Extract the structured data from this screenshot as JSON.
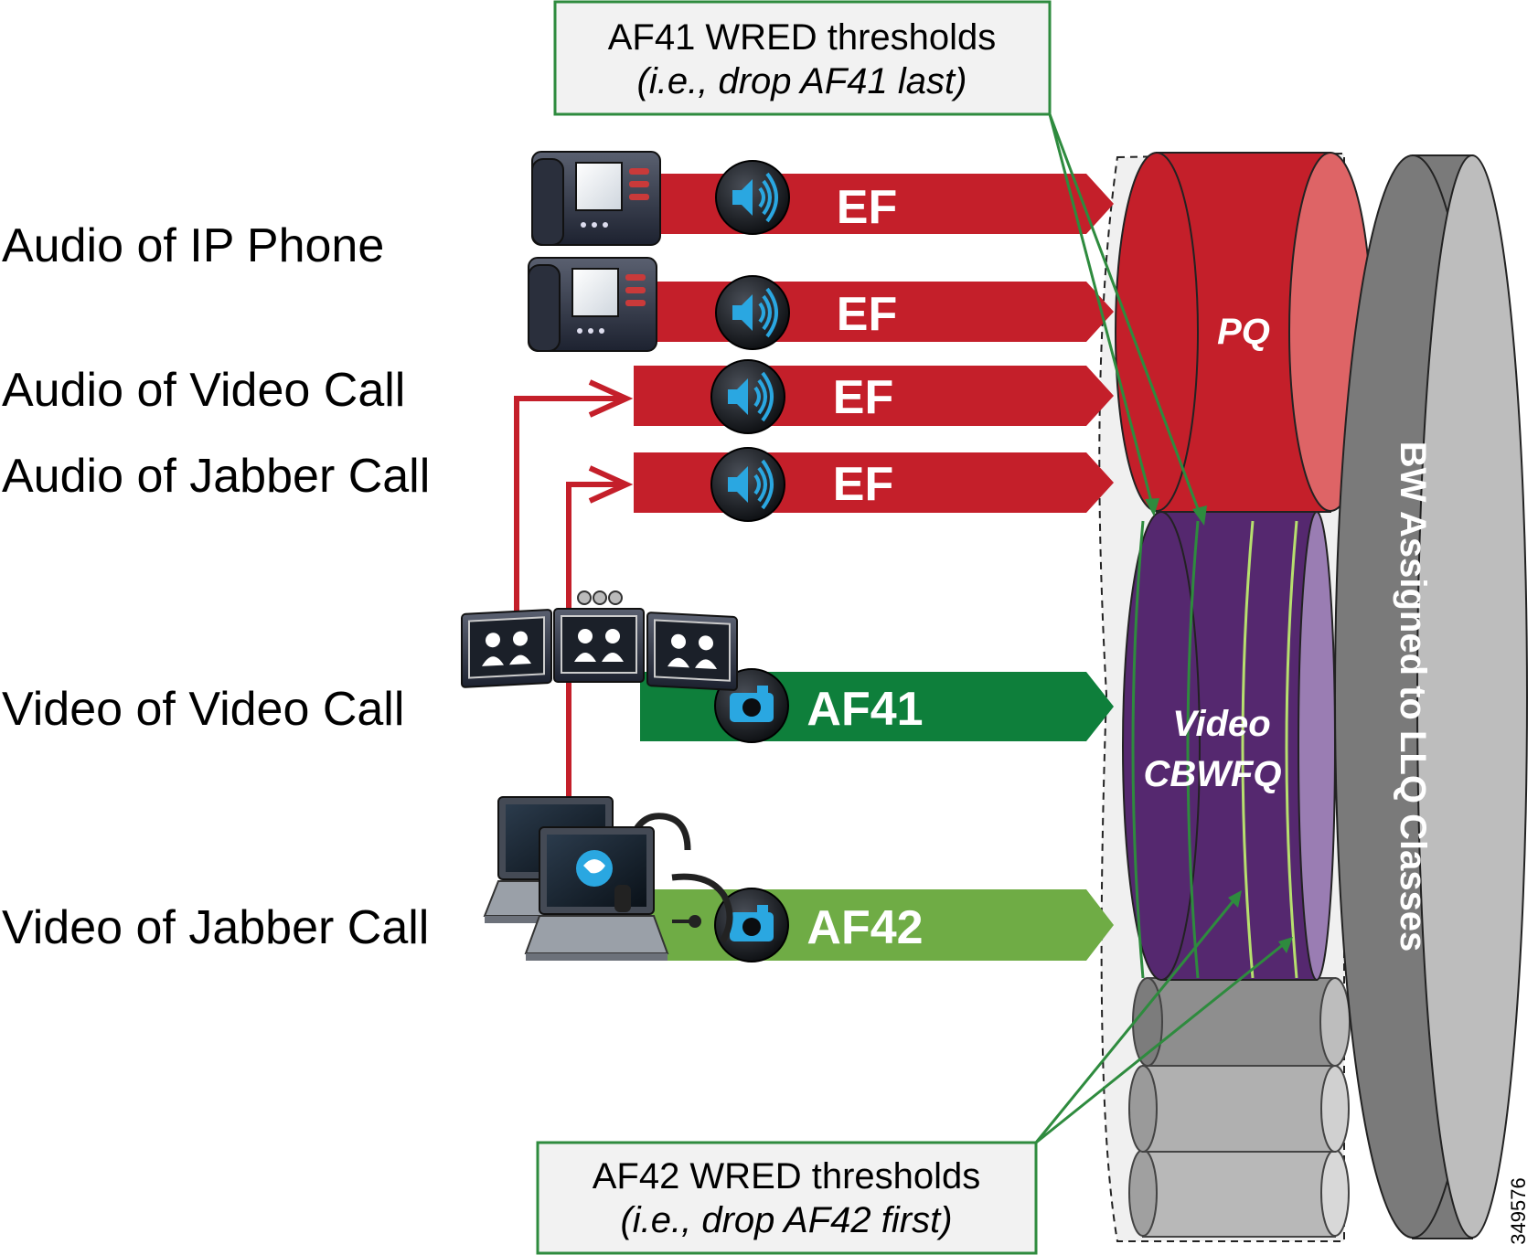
{
  "labels": {
    "audio_ip_phone": "Audio of IP Phone",
    "audio_video_call": "Audio of Video Call",
    "audio_jabber_call": "Audio of Jabber Call",
    "video_video_call": "Video of Video Call",
    "video_jabber_call": "Video of Jabber Call"
  },
  "flows": {
    "ef1": "EF",
    "ef2": "EF",
    "ef3": "EF",
    "ef4": "EF",
    "af41": "AF41",
    "af42": "AF42"
  },
  "queues": {
    "pq": "PQ",
    "video_line1": "Video",
    "video_line2": "CBWFQ",
    "bw": "BW Assigned to LLQ Classes"
  },
  "callouts": {
    "af41_title": "AF41 WRED thresholds",
    "af41_sub": "(i.e., drop AF41 last)",
    "af42_title": "AF42 WRED thresholds",
    "af42_sub": "(i.e., drop AF42 first)"
  },
  "figure_id": "349576",
  "colors": {
    "ef_red": "#c41f2a",
    "af41_green": "#0e7f3b",
    "af42_green": "#6fac45",
    "pq_red": "#c41f2a",
    "video_purple": "#55286f",
    "bw_gray": "#7a7a7a",
    "callout_border": "#2e8b3e"
  },
  "icons": {
    "phone": "ip-phone-icon",
    "speaker": "speaker-icon",
    "camera": "camera-icon",
    "telepresence": "telepresence-icon",
    "laptop": "laptop-headset-icon"
  }
}
